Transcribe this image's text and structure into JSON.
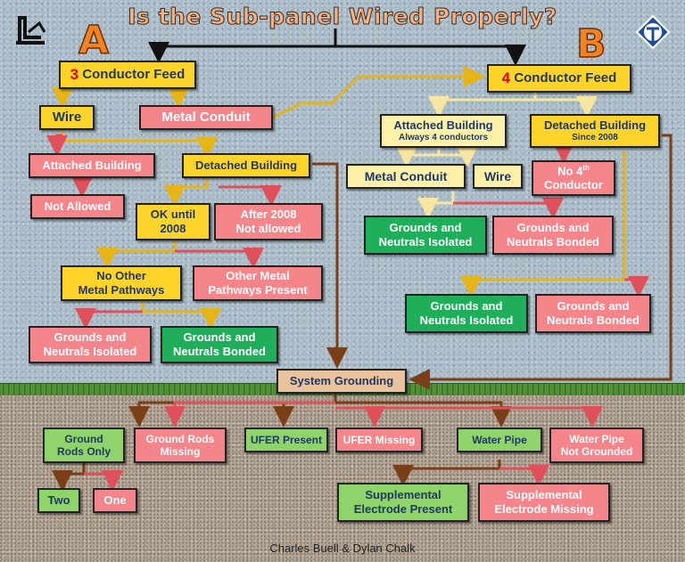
{
  "title": "Is the Sub-panel Wired Properly?",
  "labels": {
    "a": "A",
    "b": "B"
  },
  "credit": "Charles Buell & Dylan Chalk",
  "icons": {
    "left_logo": "building-logo-icon",
    "right_logo": "inspector-shield-logo-icon"
  },
  "colors": {
    "yellow": "#ffd42a",
    "red": "#f4858a",
    "green": "#1fae5a",
    "light_green": "#8ed46a",
    "brown": "#8a4a1e"
  },
  "nodes": {
    "a_feed": {
      "num": "3",
      "text": "Conductor Feed"
    },
    "a_wire": "Wire",
    "a_metal_conduit": "Metal Conduit",
    "a_attached": "Attached Building",
    "a_not_allowed": "Not Allowed",
    "a_detached": "Detached Building",
    "a_ok_until": {
      "line1": "OK until",
      "line2": "2008"
    },
    "a_after_2008": {
      "line1": "After 2008",
      "line2": "Not allowed"
    },
    "a_no_other": {
      "line1": "No Other",
      "line2": "Metal Pathways"
    },
    "a_other_present": {
      "line1": "Other Metal",
      "line2": "Pathways Present"
    },
    "a_isolated": {
      "line1": "Grounds and",
      "line2": "Neutrals Isolated"
    },
    "a_bonded": {
      "line1": "Grounds and",
      "line2": "Neutrals Bonded"
    },
    "b_feed": {
      "num": "4",
      "text": "Conductor Feed"
    },
    "b_attached": {
      "line1": "Attached Building",
      "line2": "Always 4 conductors"
    },
    "b_detached": {
      "line1": "Detached Building",
      "line2": "Since 2008"
    },
    "b_metal_conduit": "Metal Conduit",
    "b_wire": "Wire",
    "b_no_4th": {
      "line1": "No 4",
      "sup": "th",
      "line2": "Conductor"
    },
    "b_isolated_1": {
      "line1": "Grounds and",
      "line2": "Neutrals Isolated"
    },
    "b_bonded_1": {
      "line1": "Grounds and",
      "line2": "Neutrals Bonded"
    },
    "b_isolated_2": {
      "line1": "Grounds and",
      "line2": "Neutrals Isolated"
    },
    "b_bonded_2": {
      "line1": "Grounds and",
      "line2": "Neutrals Bonded"
    },
    "system_grounding": "System Grounding",
    "ground_rods_only": {
      "line1": "Ground",
      "line2": "Rods Only"
    },
    "ground_rods_missing": {
      "line1": "Ground Rods",
      "line2": "Missing"
    },
    "ufer_present": "UFER Present",
    "ufer_missing": "UFER Missing",
    "water_pipe": "Water Pipe",
    "water_pipe_not_grounded": {
      "line1": "Water Pipe",
      "line2": "Not Grounded"
    },
    "two": "Two",
    "one": "One",
    "supp_present": {
      "line1": "Supplemental",
      "line2": "Electrode Present"
    },
    "supp_missing": {
      "line1": "Supplemental",
      "line2": "Electrode Missing"
    }
  }
}
